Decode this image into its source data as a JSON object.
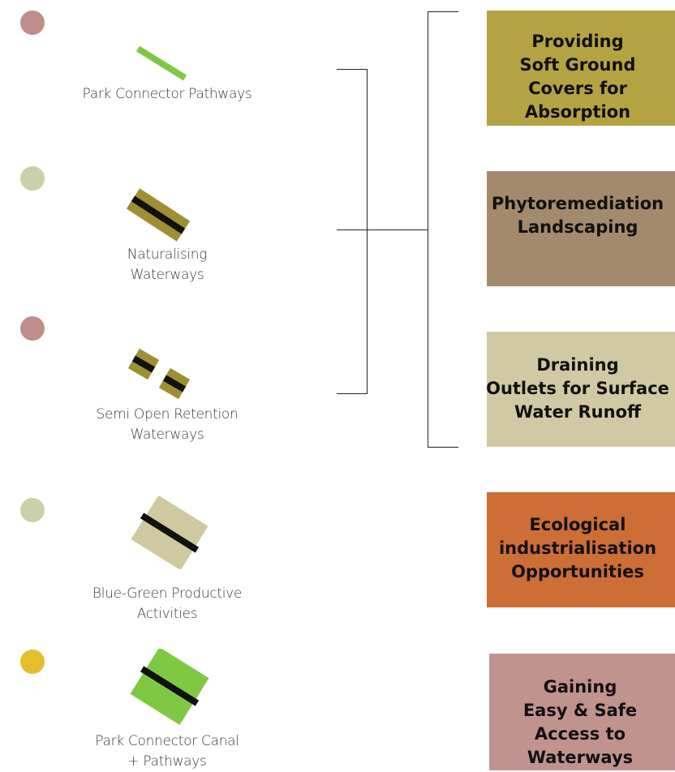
{
  "colors": {
    "dot_rose": "#bf8d8b",
    "dot_sage": "#ccd0aa",
    "dot_yellow": "#e3bf2c",
    "box_olive": "#b3a343",
    "box_brown": "#a48a6d",
    "box_beige": "#d0c9a3",
    "box_orange": "#cd6e37",
    "box_pink": "#c1938e",
    "icon_green": "#7fc843",
    "icon_olive": "#9e8f33",
    "icon_beige": "#cec99f",
    "icon_black": "#111111"
  },
  "features": [
    {
      "label": "Park Connector Pathways",
      "icon": "green-line-icon"
    },
    {
      "label": "Naturalising\nWaterways",
      "icon": "olive-striped-band-icon"
    },
    {
      "label": "Semi Open Retention\nWaterways",
      "icon": "split-olive-blocks-icon"
    },
    {
      "label": "Blue-Green Productive\nActivities",
      "icon": "beige-striped-square-icon"
    },
    {
      "label": "Park Connector Canal\n+ Pathways",
      "icon": "green-striped-square-icon"
    }
  ],
  "outcomes": [
    {
      "label": "Providing\nSoft Ground\nCovers for\nAbsorption"
    },
    {
      "label": "Phytoremediation\nLandscaping"
    },
    {
      "label": "Draining\nOutlets for Surface\nWater Runoff"
    },
    {
      "label": "Ecological\nindustrialisation\nOpportunities"
    },
    {
      "label": "Gaining\nEasy & Safe\nAccess to\nWaterways"
    }
  ]
}
